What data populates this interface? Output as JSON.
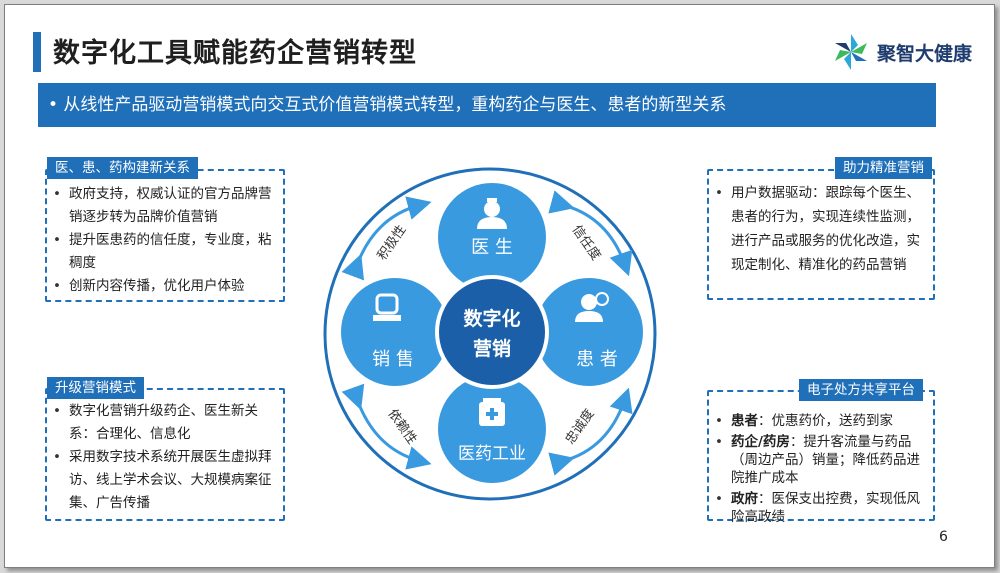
{
  "title": "数字化工具赋能药企营销转型",
  "logo_text": "聚智大健康",
  "banner": "• 从线性产品驱动营销模式向交互式价值营销模式转型，重构药企与医生、患者的新型关系",
  "page_number": "6",
  "panels": {
    "top_left": {
      "title": "医、患、药构建新关系",
      "items": [
        "政府支持，权威认证的官方品牌营销逐步转为品牌价值营销",
        "提升医患药的信任度，专业度，粘稠度",
        "创新内容传播，优化用户体验"
      ]
    },
    "bottom_left": {
      "title": "升级营销模式",
      "items": [
        "数字化营销升级药企、医生新关系：合理化、信息化",
        "采用数字技术系统开展医生虚拟拜访、线上学术会议、大规模病案征集、广告传播"
      ]
    },
    "top_right": {
      "title": "助力精准营销",
      "items": [
        "用户数据驱动：跟踪每个医生、患者的行为，实现连续性监测，进行产品或服务的优化改造，实现定制化、精准化的药品营销"
      ]
    },
    "bottom_right": {
      "title": "电子处方共享平台",
      "items": [
        {
          "bold": "患者",
          "text": "：优惠药价，送药到家"
        },
        {
          "bold": "药企/药房",
          "text": "：提升客流量与药品（周边产品）销量；降低药品进院推广成本"
        },
        {
          "bold": "政府",
          "text": "：医保支出控费，实现低风险高政绩"
        }
      ]
    }
  },
  "diagram": {
    "center_line1": "数字化",
    "center_line2": "营销",
    "nodes": {
      "top": "医 生",
      "left": "销 售",
      "right": "患 者",
      "bottom": "医药工业"
    },
    "arrows": {
      "top_left": "积极性",
      "top_right": "信任度",
      "bottom_left": "依赖性",
      "bottom_right": "忠诚度"
    }
  },
  "colors": {
    "primary": "#1f6fb9",
    "petal": "#3a9ae0",
    "center": "#1a5fa8",
    "ring": "#1f6fb9"
  }
}
